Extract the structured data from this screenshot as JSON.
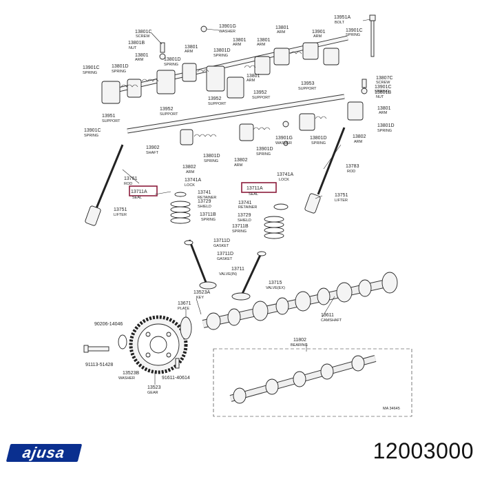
{
  "brand": "ajusa",
  "part_number": "12003000",
  "corner_mark": "MA 34645",
  "labels": {
    "l13951a": "13951A",
    "d13951a": "BOLT",
    "l13901g_t": "13901G",
    "d13901g_t": "WASHER",
    "l13801c_t": "13801C",
    "d13801c_t": "SCREW",
    "l13801b_t": "13801B",
    "d13801b_t": "NUT",
    "l13801_1": "13801",
    "d13801_1": "ARM",
    "l13801d_1": "13801D",
    "d13801d_1": "SPRING",
    "l13901c_1": "13901C",
    "d13901c_1": "SPRING",
    "l13801_2": "13801",
    "d13801_2": "ARM",
    "l13801_3": "13801",
    "d13801_3": "ARM",
    "l13801d_2": "13801D",
    "d13801d_2": "SPRING",
    "l13801_4": "13801",
    "d13801_4": "ARM",
    "l13801d_3": "13801D",
    "d13801d_3": "SPRING",
    "l13801_5": "13801",
    "d13801_5": "ARM",
    "l13801_6": "13801",
    "d13801_6": "ARM",
    "l13901_t": "13901",
    "d13901_t": "ARM",
    "l13901c_2": "13901C",
    "d13901c_2": "SPRING",
    "l13951_1": "13951",
    "d13951_1": "SUPPORT",
    "l13952_1": "13952",
    "d13952_1": "SUPPORT",
    "l13952_2": "13952",
    "d13952_2": "SUPPORT",
    "l13952_3": "13952",
    "d13952_3": "SUPPORT",
    "l13953": "13953",
    "d13953": "SUPPORT",
    "l13807c": "13807C",
    "d13807c": "SCREW",
    "l13901c_3": "13901C",
    "d13901c_3": "SPRING",
    "l13801b_r": "13801B",
    "d13801b_r": "NUT",
    "l13801_r": "13801",
    "d13801_r": "ARM",
    "l13801d_r": "13801D",
    "d13801d_r": "SPRING",
    "l13802_r": "13802",
    "d13802_r": "ARM",
    "l13901c_l": "13901C",
    "d13901c_l": "SPRING",
    "l13902": "13902",
    "d13902": "SHAFT",
    "l13801d_c": "13801D",
    "d13801d_c": "SPRING",
    "l13802_c": "13802",
    "d13802_c": "ARM",
    "l13901d": "13901D",
    "d13901d": "SPRING",
    "l13901g_c": "13901G",
    "d13901g_c": "WASHER",
    "l13802_l": "13802",
    "d13802_l": "ARM",
    "l13801d_cr": "13801D",
    "d13801d_cr": "SPRING",
    "l13761": "13761",
    "d13761": "ROD",
    "l13711a_l": "13711A",
    "d13711a_l": "SEAL",
    "l13741a_l": "13741A",
    "d13741a_l": "LOCK",
    "l13741_l": "13741",
    "d13741_l": "RETAINER",
    "l13729_l": "13729",
    "d13729_l": "SHIELD",
    "l13711b_l": "13711B",
    "d13711b_l": "SPRING",
    "l13751_l": "13751",
    "d13751_l": "LIFTER",
    "l13711a_r": "13711A",
    "d13711a_r": "SEAL",
    "l13741a_r": "13741A",
    "d13741a_r": "LOCK",
    "l13783": "13783",
    "d13783": "ROD",
    "l13751_r": "13751",
    "d13751_r": "LIFTER",
    "l13741_r": "13741",
    "d13741_r": "RETAINER",
    "l13729_r": "13729",
    "d13729_r": "SHIELD",
    "l13711b_r": "13711B",
    "d13711b_r": "SPRING",
    "l13711d": "13711D",
    "d13711d": "GASKET",
    "l13711d_2": "13711D",
    "d13711d_2": "GASKET",
    "l13711": "13711",
    "d13711": "VALVE(IN)",
    "l13715": "13715",
    "d13715": "VALVE(EX)",
    "l13523a": "13523A",
    "d13523a": "KEY",
    "l13671": "13671",
    "d13671": "PLATE",
    "l13611": "13611",
    "d13611": "CAMSHAFT",
    "l90206": "90206-14046",
    "l91113": "91113-51428",
    "l13523b": "13523B",
    "d13523b": "WASHER",
    "l91611": "91611-40614",
    "l13523": "13523",
    "d13523": "GEAR",
    "l11802": "11802",
    "d11802": "BEARING"
  }
}
